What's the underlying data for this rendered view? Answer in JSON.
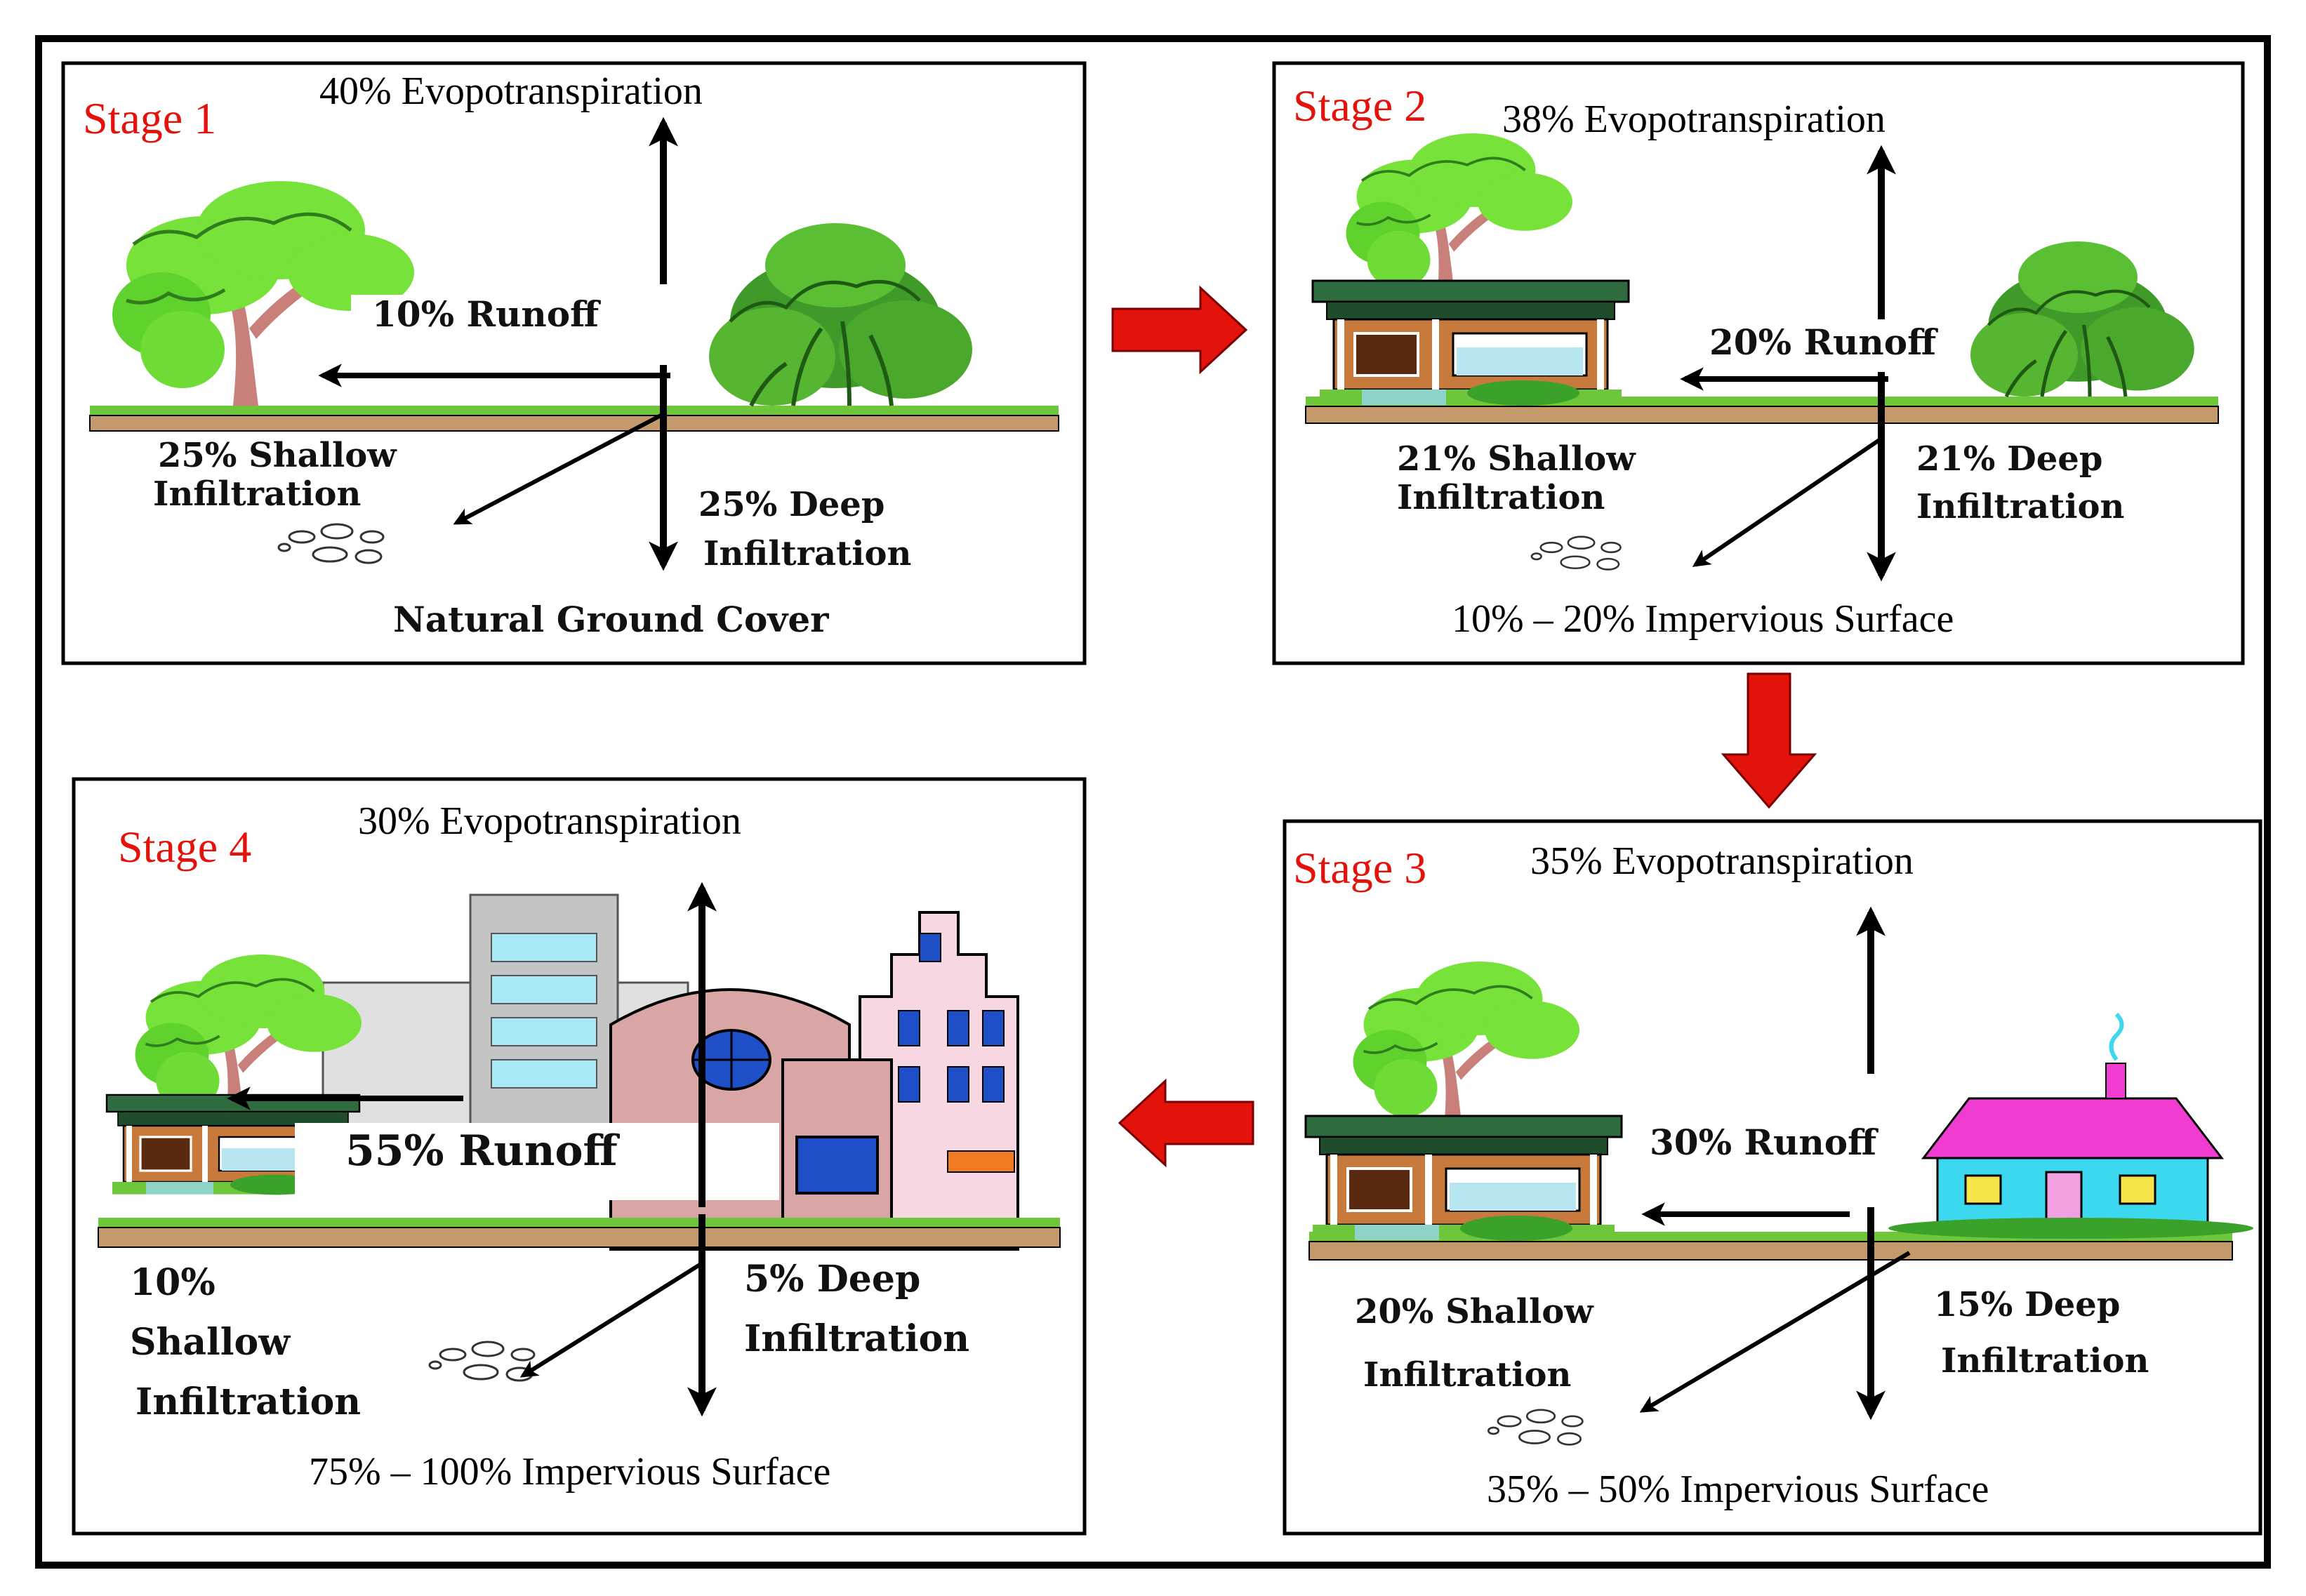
{
  "colors": {
    "stage_label": "#e3120b",
    "flow_arrow": "#e3120b",
    "ground": "#c49a6c",
    "grass": "#6ec63a",
    "foliage": "#77e23a",
    "roof": "#2e6b3f",
    "house_wall": "#c8793c",
    "roof_pink": "#f03cd0",
    "wall_cyan": "#3cd8f0"
  },
  "panels": [
    {
      "stage": "Stage 1",
      "evapotranspiration": "40% Evopotranspiration",
      "runoff": "10% Runoff",
      "shallow": [
        "25% Shallow",
        "Infiltration"
      ],
      "deep": [
        "25% Deep",
        "Infiltration"
      ],
      "surface": "Natural Ground Cover"
    },
    {
      "stage": "Stage 2",
      "evapotranspiration": "38% Evopotranspiration",
      "runoff": "20% Runoff",
      "shallow": [
        "21% Shallow",
        "Infiltration"
      ],
      "deep": [
        "21% Deep",
        "Infiltration"
      ],
      "surface": "10% – 20% Impervious Surface"
    },
    {
      "stage": "Stage 3",
      "evapotranspiration": "35% Evopotranspiration",
      "runoff": "30% Runoff",
      "shallow": [
        "20% Shallow",
        "Infiltration"
      ],
      "deep": [
        "15% Deep",
        "Infiltration"
      ],
      "surface": "35% – 50% Impervious Surface"
    },
    {
      "stage": "Stage 4",
      "evapotranspiration": "30% Evopotranspiration",
      "runoff": "55% Runoff",
      "shallow": [
        "10%",
        "Shallow",
        "Infiltration"
      ],
      "deep": [
        "5% Deep",
        "Infiltration"
      ],
      "surface": "75% – 100% Impervious Surface"
    }
  ]
}
